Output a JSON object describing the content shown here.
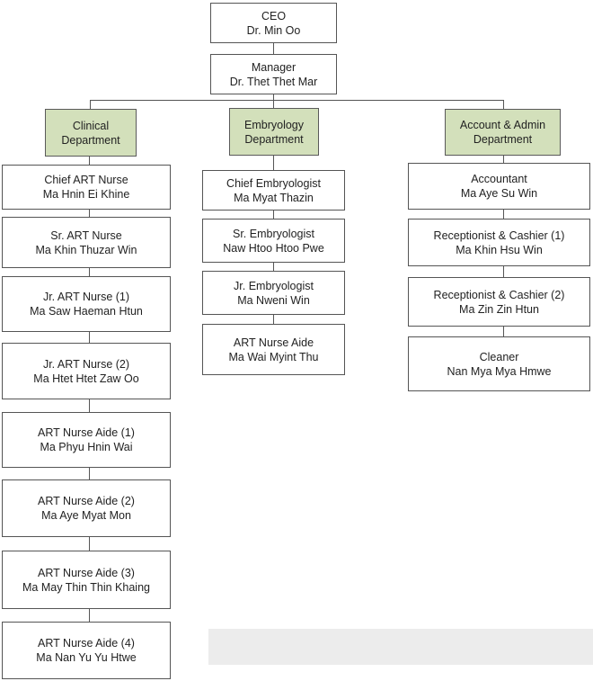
{
  "top": [
    {
      "title": "CEO",
      "name": "Dr. Min Oo"
    },
    {
      "title": "Manager",
      "name": "Dr. Thet Thet Mar"
    }
  ],
  "departments": [
    {
      "line1": "Clinical",
      "line2": "Department",
      "staff": [
        {
          "title": "Chief ART Nurse",
          "name": "Ma Hnin Ei Khine"
        },
        {
          "title": "Sr. ART Nurse",
          "name": "Ma Khin Thuzar Win"
        },
        {
          "title": "Jr. ART Nurse (1)",
          "name": "Ma Saw Haeman Htun"
        },
        {
          "title": "Jr. ART Nurse (2)",
          "name": "Ma Htet Htet Zaw Oo"
        },
        {
          "title": "ART Nurse Aide (1)",
          "name": "Ma Phyu Hnin Wai"
        },
        {
          "title": "ART Nurse Aide (2)",
          "name": "Ma Aye Myat Mon"
        },
        {
          "title": "ART Nurse Aide (3)",
          "name": "Ma May Thin Thin Khaing"
        },
        {
          "title": "ART Nurse Aide (4)",
          "name": "Ma Nan Yu Yu Htwe"
        }
      ]
    },
    {
      "line1": "Embryology",
      "line2": "Department",
      "staff": [
        {
          "title": "Chief Embryologist",
          "name": "Ma Myat Thazin"
        },
        {
          "title": "Sr. Embryologist",
          "name": "Naw Htoo Htoo Pwe"
        },
        {
          "title": "Jr. Embryologist",
          "name": "Ma Nweni Win"
        },
        {
          "title": "ART Nurse Aide",
          "name": "Ma Wai Myint Thu"
        }
      ]
    },
    {
      "line1": "Account & Admin",
      "line2": "Department",
      "staff": [
        {
          "title": "Accountant",
          "name": "Ma Aye Su Win"
        },
        {
          "title": "Receptionist & Cashier (1)",
          "name": "Ma Khin Hsu Win"
        },
        {
          "title": "Receptionist & Cashier (2)",
          "name": "Ma Zin Zin Htun"
        },
        {
          "title": "Cleaner",
          "name": "Nan Mya Mya Hmwe"
        }
      ]
    }
  ],
  "colors": {
    "department_fill": "#d3e0bb",
    "border": "#555555"
  }
}
